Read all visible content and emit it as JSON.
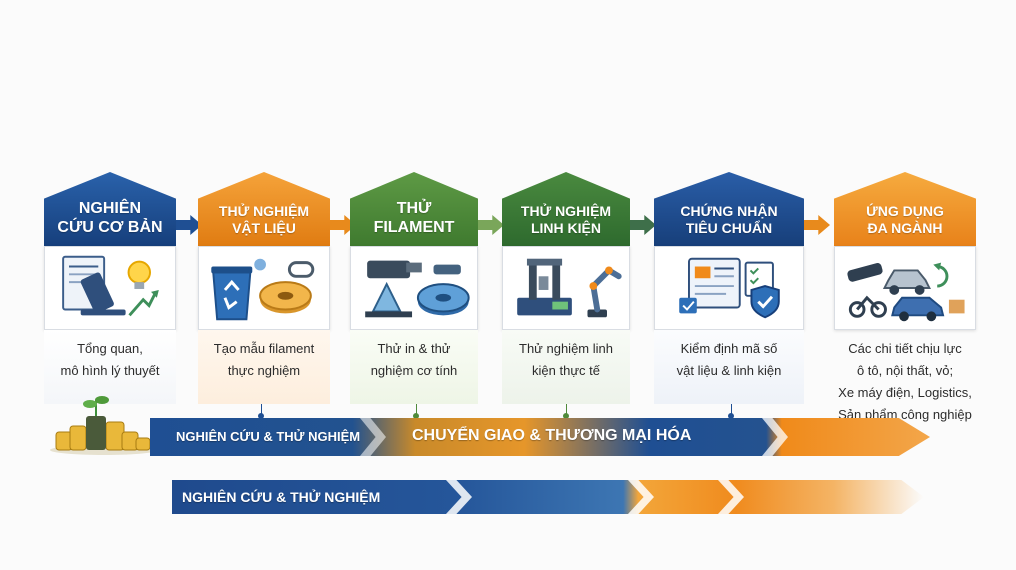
{
  "stages": [
    {
      "title": "Nghiên\ncứu cơ bản",
      "description": [
        "Tổng quan,",
        "mô hình lý thuyết"
      ],
      "color": "#1f4f93",
      "icon": "research-microscope-icon"
    },
    {
      "title": "Thử nghiệm\nvật liệu",
      "description": [
        "Tạo mẫu filament",
        "thực nghiệm"
      ],
      "color": "#e88a1c",
      "icon": "recycling-material-icon"
    },
    {
      "title": "Thử\nfilament",
      "description": [
        "Thử in & thử",
        "nghiệm cơ tính"
      ],
      "color": "#4f8a3a",
      "icon": "3d-printer-filament-icon"
    },
    {
      "title": "Thử nghiệm\nlinh kiện",
      "description": [
        "Thử nghiệm linh",
        "kiện thực tế"
      ],
      "color": "#3e7a3a",
      "icon": "robot-arm-testing-icon"
    },
    {
      "title": "Chứng nhận\ntiêu chuẩn",
      "description": [
        "Kiểm định mã số",
        "vật liệu & linh kiện"
      ],
      "color": "#1f4a8d",
      "icon": "certificate-shield-icon"
    },
    {
      "title": "Ứng dụng\nđa ngành",
      "description": [
        "Các chi tiết chịu lực",
        "ô tô, nội thất, vỏ;",
        "Xe máy điện, Logistics,",
        "Sản phẩm công nghiệp"
      ],
      "color": "#f0901e",
      "icon": "vehicles-application-icon"
    }
  ],
  "timeline": {
    "bar1_label_left": "Nghiên cứu & thử nghiệm",
    "bar1_label_right": "Chuyển giao & thương mại hóa",
    "bar2_label": "Nghiên cứu & thử nghiệm"
  },
  "icons": {
    "coins": "coins-plant-icon"
  }
}
